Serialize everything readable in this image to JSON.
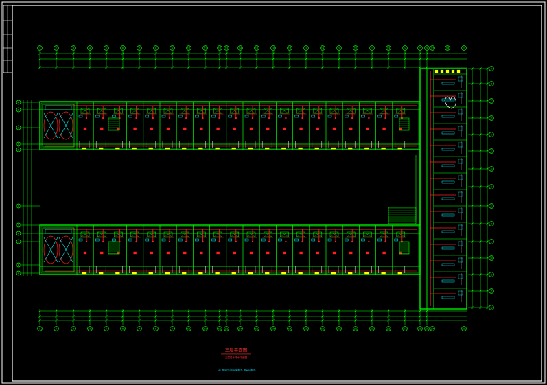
{
  "drawing": {
    "title": "三层平面图",
    "subtitle": "三层给水排水平面图",
    "note": "注：图中尺寸均以毫米计，标高以米计。"
  },
  "grid_axes": {
    "top_labels": [
      "1",
      "2",
      "3",
      "4",
      "5",
      "6",
      "7",
      "8",
      "9",
      "10",
      "11",
      "12",
      "13",
      "14",
      "15",
      "16",
      "17",
      "18",
      "19",
      "20",
      "21",
      "22",
      "23",
      "24",
      "25",
      "26"
    ],
    "right_labels": [
      "A",
      "B",
      "C",
      "D",
      "E",
      "F",
      "G",
      "H",
      "J",
      "K",
      "L",
      "M",
      "N",
      "P",
      "Q",
      "R"
    ],
    "left_labels": [
      "A",
      "B",
      "C",
      "D",
      "E",
      "F",
      "G",
      "H",
      "J",
      "K"
    ]
  },
  "colors": {
    "background": "#000000",
    "frame": "#ffffff",
    "walls": "#00ff00",
    "pipes": "#ff2020",
    "fixtures": "#00ffff",
    "accents": "#ffff00"
  }
}
